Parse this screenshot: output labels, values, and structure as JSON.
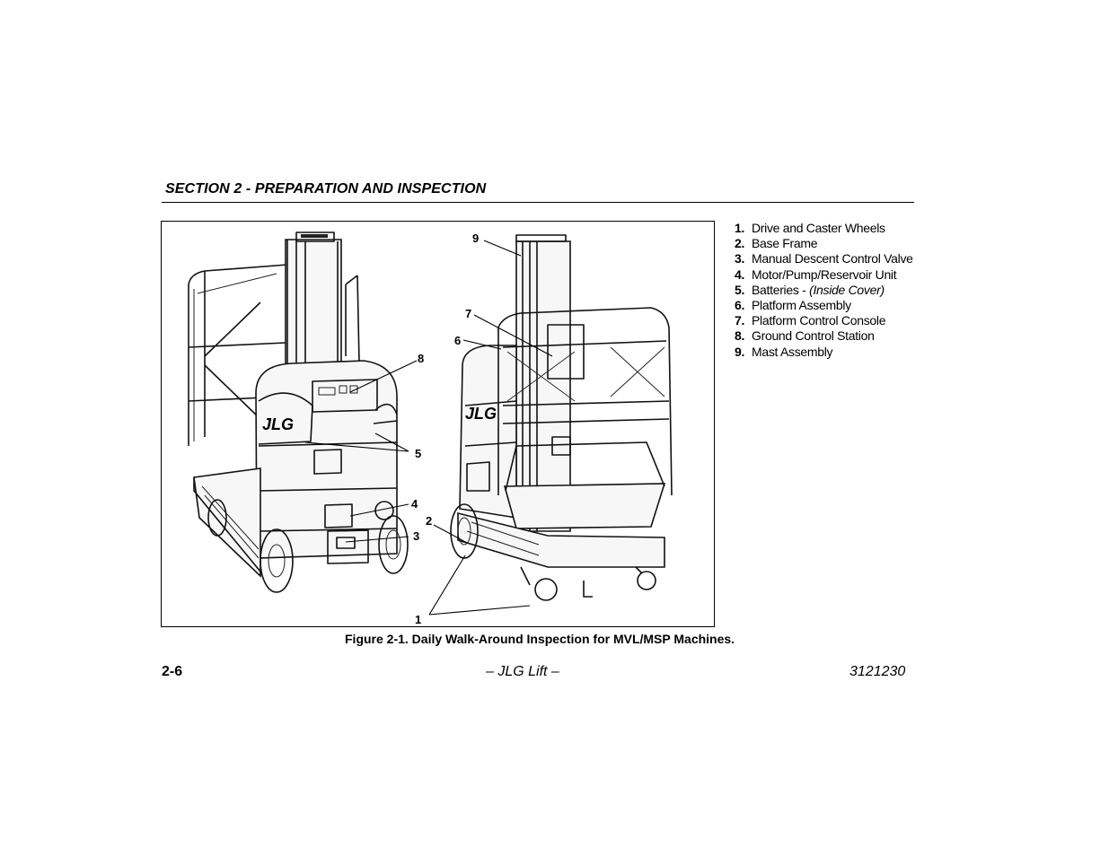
{
  "header": {
    "section_title": "SECTION 2 - PREPARATION AND INSPECTION"
  },
  "figure": {
    "callouts": [
      "1",
      "2",
      "3",
      "4",
      "5",
      "6",
      "7",
      "8",
      "9"
    ],
    "caption": "Figure 2-1. Daily Walk-Around Inspection for MVL/MSP Machines.",
    "logo_text": "JLG"
  },
  "legend": {
    "items": [
      {
        "num": "1.",
        "label": "Drive and Caster Wheels",
        "note": ""
      },
      {
        "num": "2.",
        "label": "Base Frame",
        "note": ""
      },
      {
        "num": "3.",
        "label": "Manual Descent Control Valve",
        "note": ""
      },
      {
        "num": "4.",
        "label": "Motor/Pump/Reservoir Unit",
        "note": ""
      },
      {
        "num": "5.",
        "label": "Batteries - ",
        "note": "(Inside Cover)"
      },
      {
        "num": "6.",
        "label": "Platform Assembly",
        "note": ""
      },
      {
        "num": "7.",
        "label": "Platform Control Console",
        "note": ""
      },
      {
        "num": "8.",
        "label": "Ground Control Station",
        "note": ""
      },
      {
        "num": "9.",
        "label": "Mast Assembly",
        "note": ""
      }
    ]
  },
  "footer": {
    "page_number": "2-6",
    "center": "– JLG Lift –",
    "doc_number": "3121230"
  }
}
